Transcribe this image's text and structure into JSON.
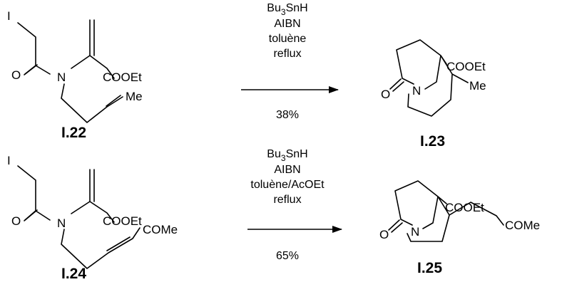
{
  "reactions": [
    {
      "reactant": {
        "label": "I.22",
        "atoms": {
          "iodine": "I",
          "oxygen": "O",
          "nitrogen": "N",
          "ester": "COOEt",
          "substituent": "Me"
        }
      },
      "conditions": {
        "reagent_main": "Bu",
        "reagent_sub": "3",
        "reagent_tail": "SnH",
        "initiator": "AIBN",
        "solvent": "toluène",
        "mode": "reflux",
        "yield": "38%"
      },
      "product": {
        "label": "I.23",
        "atoms": {
          "oxygen": "O",
          "nitrogen": "N",
          "ester": "COOEt",
          "substituent": "Me"
        }
      }
    },
    {
      "reactant": {
        "label": "I.24",
        "atoms": {
          "iodine": "I",
          "oxygen": "O",
          "nitrogen": "N",
          "ester": "COOEt",
          "substituent": "COMe"
        }
      },
      "conditions": {
        "reagent_main": "Bu",
        "reagent_sub": "3",
        "reagent_tail": "SnH",
        "initiator": "AIBN",
        "solvent": "toluène/AcOEt",
        "mode": "reflux",
        "yield": "65%"
      },
      "product": {
        "label": "I.25",
        "atoms": {
          "oxygen": "O",
          "nitrogen": "N",
          "ester": "COOEt",
          "substituent": "COMe"
        }
      }
    }
  ]
}
